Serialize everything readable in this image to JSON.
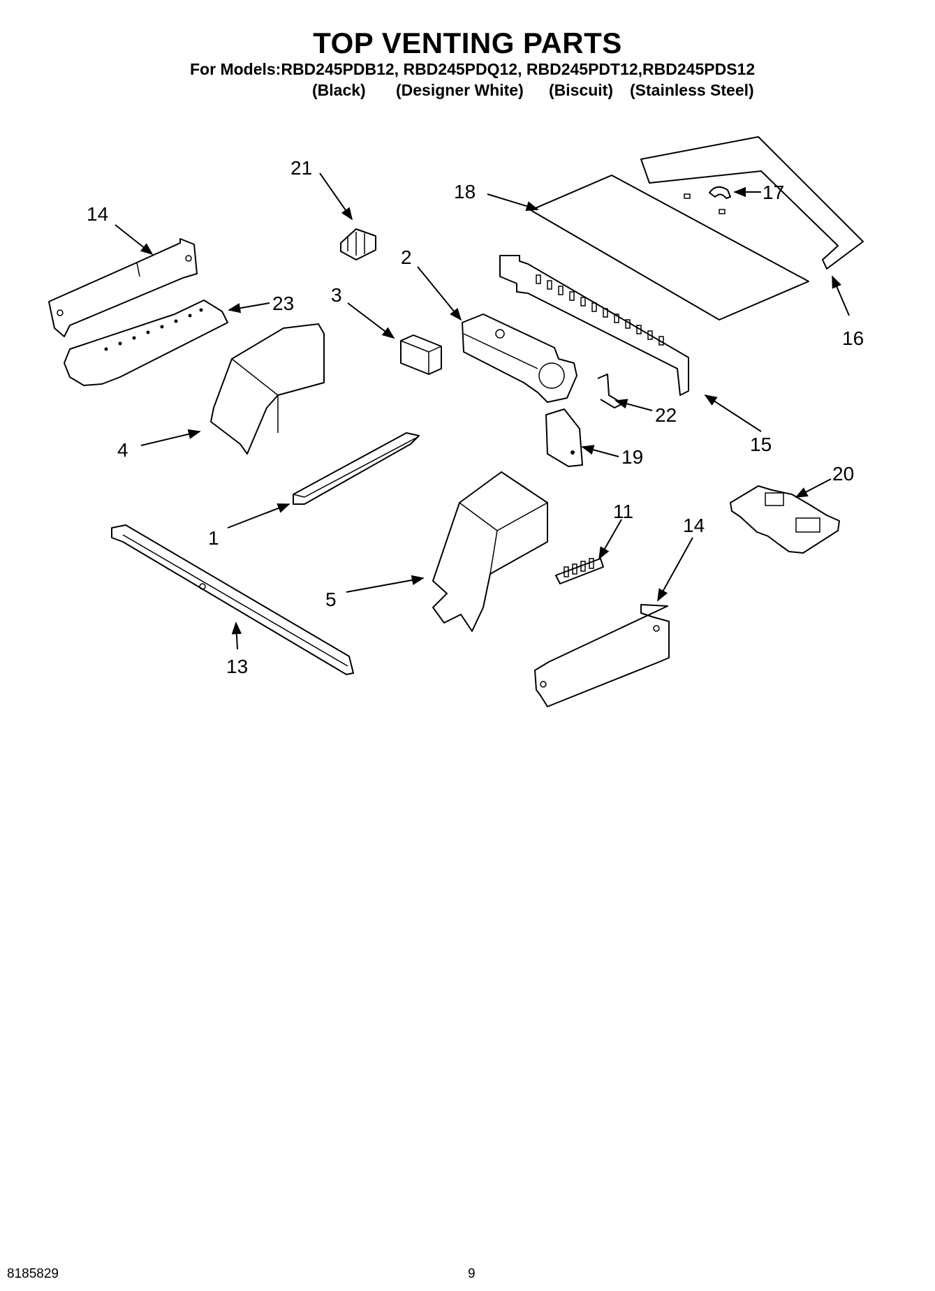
{
  "title": "TOP VENTING PARTS",
  "models_line": "For Models:RBD245PDB12, RBD245PDQ12, RBD245PDT12,RBD245PDS12",
  "variants": [
    "(Black)",
    "(Designer White)",
    "(Biscuit)",
    "(Stainless Steel)"
  ],
  "callouts": {
    "c21": "21",
    "c18": "18",
    "c17": "17",
    "c14a": "14",
    "c2": "2",
    "c3": "3",
    "c23": "23",
    "c16": "16",
    "c22": "22",
    "c4": "4",
    "c15": "15",
    "c19": "19",
    "c20": "20",
    "c1": "1",
    "c11": "11",
    "c14b": "14",
    "c5": "5",
    "c13": "13"
  },
  "footer": {
    "doc_number": "8185829",
    "page_number": "9"
  }
}
